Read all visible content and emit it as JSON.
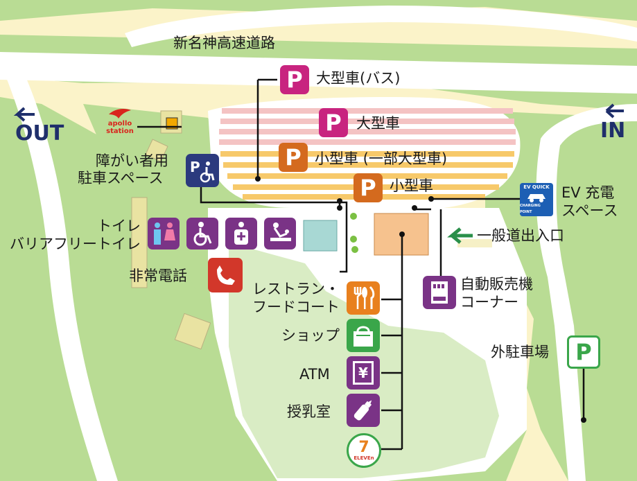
{
  "map": {
    "expressway_name": "新名神高速道路",
    "out_label": "OUT",
    "in_label": "IN",
    "parking": {
      "large_bus": "大型車(バス)",
      "large": "大型車",
      "small_partial_large": "小型車 (一部大型車)",
      "small": "小型車",
      "outer_lot": "外駐車場",
      "p_glyph": "P"
    },
    "facilities": {
      "disabled_parking_line1": "障がい者用",
      "disabled_parking_line2": "駐車スペース",
      "toilet_line1": "トイレ",
      "toilet_line2": "バリアフリートイレ",
      "emergency_phone": "非常電話",
      "restaurant_line1": "レストラン・",
      "restaurant_line2": "フードコート",
      "shop": "ショップ",
      "atm": "ATM",
      "nursing_room": "授乳室",
      "vending_line1": "自動販売機",
      "vending_line2": "コーナー",
      "general_road_entrance": "一般道出入口",
      "ev_line1": "EV 充電",
      "ev_line2": "スペース",
      "ev_badge_top": "EV QUICK",
      "ev_badge_bottom": "CHARGING POINT",
      "apollo_line1": "apollo",
      "apollo_line2": "station",
      "seven_eleven": "ELEVEn",
      "atm_glyph": "¥"
    },
    "colors": {
      "background": "#fbf3c9",
      "road": "#ffffff",
      "green_area": "#b9dc94",
      "parking_large": "#f4c3c3",
      "parking_small": "#f7c96a",
      "building": "#f6c28e",
      "magenta": "#c8247f",
      "orange": "#d46a1e",
      "purple": "#7a3386",
      "green": "#3aa64a",
      "navy": "#1f2f6b"
    }
  }
}
